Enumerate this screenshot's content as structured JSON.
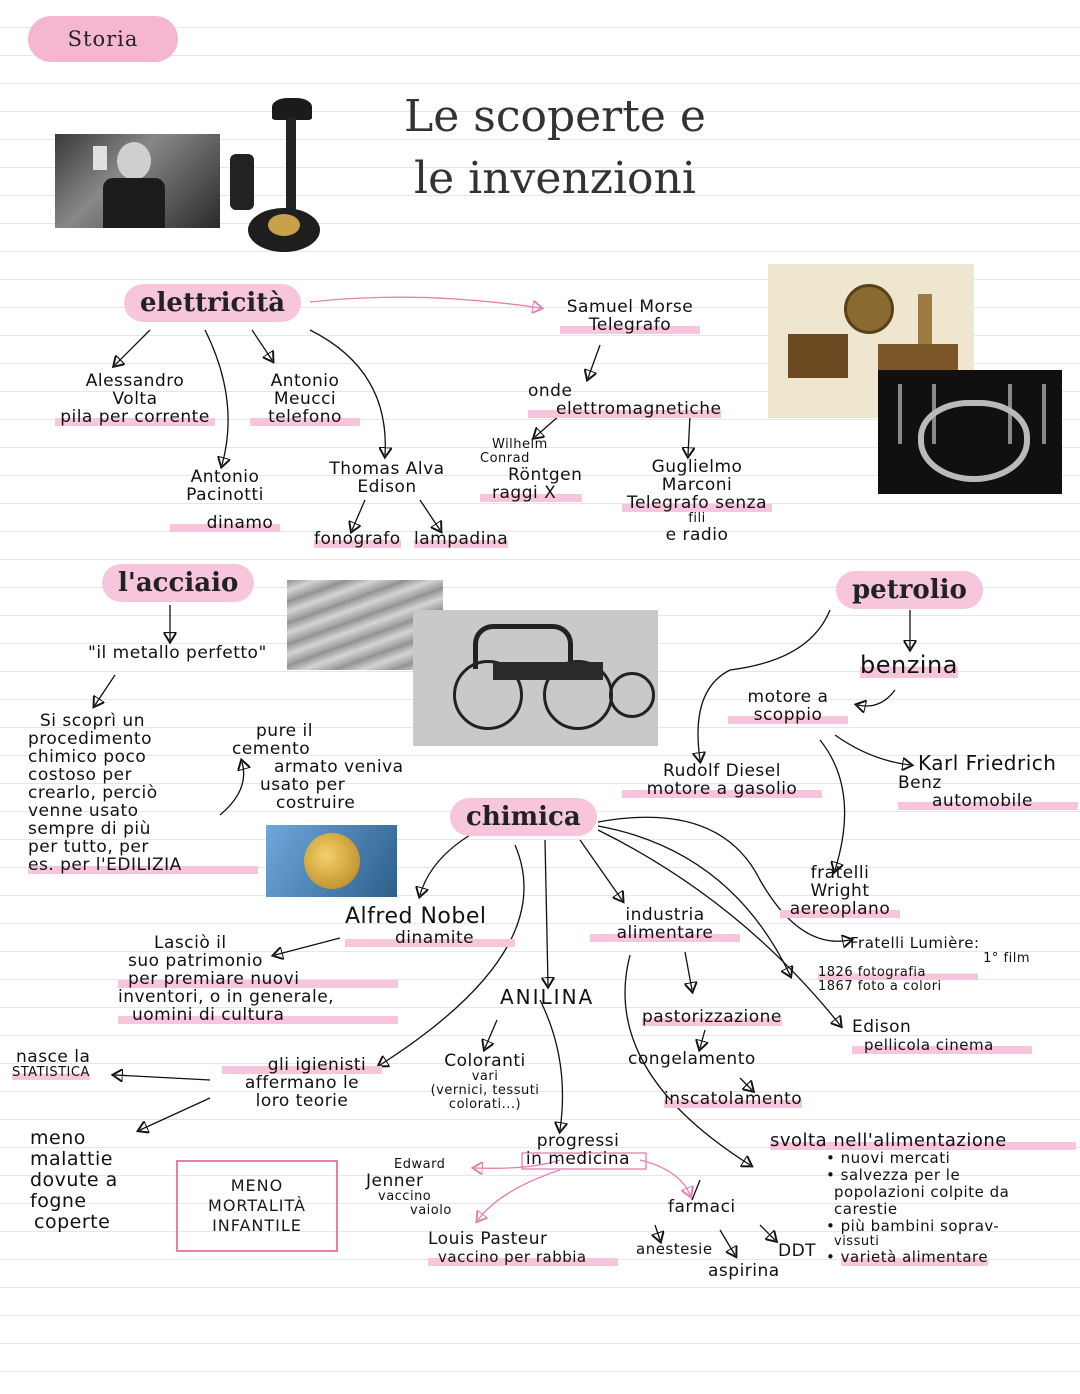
{
  "header": {
    "subject": "Storia",
    "title_line1": "Le scoperte e",
    "title_line2": "le invenzioni"
  },
  "colors": {
    "pink": "#f7c6dc",
    "pink_dark": "#e57fb0",
    "ink": "#111111"
  },
  "sections": {
    "elettricita": {
      "title": "elettricità",
      "volta": {
        "line1": "Alessandro",
        "line2": "Volta",
        "line3": "pila per corrente"
      },
      "meucci": {
        "line1": "Antonio",
        "line2": "Meucci",
        "line3": "telefono"
      },
      "pacinotti": {
        "line1": "Antonio",
        "line2": "Pacinotti",
        "line3": "dinamo"
      },
      "edison": {
        "line1": "Thomas Alva",
        "line2": "Edison",
        "item1": "fonografo",
        "item2": "lampadina"
      },
      "morse": {
        "line1": "Samuel Morse",
        "line2": "Telegrafo"
      },
      "onde": {
        "line1": "onde",
        "line2": "elettromagnetiche"
      },
      "rontgen": {
        "line1": "Wilhelm",
        "line2": "Conrad",
        "line3": "Röntgen",
        "line4": "raggi X"
      },
      "marconi": {
        "line1": "Guglielmo",
        "line2": "Marconi",
        "line3": "Telegrafo senza",
        "line4": "fili",
        "line5": "e radio"
      }
    },
    "acciaio": {
      "title": "l'acciaio",
      "quote": "\"il metallo perfetto\"",
      "desc": [
        "Si scoprì un",
        "procedimento",
        "chimico poco",
        "costoso per",
        "crearlo, perciò",
        "venne usato",
        "sempre di più",
        "per tutto, per",
        "es. per l'EDILIZIA"
      ],
      "cemento": [
        "pure il",
        "cemento",
        "armato veniva",
        "usato per",
        "costruire"
      ]
    },
    "petrolio": {
      "title": "petrolio",
      "benzina": "benzina",
      "motore": {
        "line1": "motore a",
        "line2": "scoppio"
      },
      "diesel": {
        "line1": "Rudolf Diesel",
        "line2": "motore a gasolio"
      },
      "benz": {
        "line1": "Karl Friedrich",
        "line2": "Benz",
        "line3": "automobile"
      },
      "wright": {
        "line1": "fratelli",
        "line2": "Wright",
        "line3": "aereoplano"
      }
    },
    "chimica": {
      "title": "chimica",
      "nobel": {
        "line1": "Alfred Nobel",
        "line2": "dinamite"
      },
      "patrimonio": [
        "Lasciò il",
        "suo patrimonio",
        "per premiare nuovi",
        "inventori, o in generale,",
        "uomini di cultura"
      ],
      "statistica": {
        "line1": "nasce la",
        "line2": "STATISTICA"
      },
      "igienisti": [
        "gli igienisti",
        "affermano le",
        "loro teorie"
      ],
      "malattie": [
        "meno",
        "malattie",
        "dovute a",
        "fogne",
        "coperte"
      ],
      "mortalita": [
        "MENO",
        "MORTALITÀ",
        "INFANTILE"
      ],
      "anilina": "ANILINA",
      "coloranti": [
        "Coloranti",
        "vari",
        "(vernici, tessuti",
        "colorati...)"
      ],
      "progressi": {
        "line1": "progressi",
        "line2": "in medicina"
      },
      "jenner": {
        "line1": "Edward",
        "line2": "Jenner",
        "line3": "vaccino",
        "line4": "vaiolo"
      },
      "pasteur": {
        "line1": "Louis Pasteur",
        "line2": "vaccino per rabbia"
      },
      "farmaci": {
        "title": "farmaci",
        "anestesie": "anestesie",
        "aspirina": "aspirina",
        "ddt": "DDT"
      },
      "industria": {
        "line1": "industria",
        "line2": "alimentare"
      },
      "processi": [
        "pastorizzazione",
        "congelamento",
        "inscatolamento"
      ],
      "svolta": {
        "title": "svolta nell'alimentazione",
        "bullets": [
          "nuovi mercati",
          "salvezza per le",
          "popolazioni colpite da",
          "carestie",
          "più bambini soprav-",
          "vissuti",
          "varietà alimentare"
        ]
      },
      "lumiere": {
        "line1": "Fratelli Lumière:",
        "line2": "1° film"
      },
      "foto": {
        "line1": "1826 fotografia",
        "line2": "1867 foto a colori"
      },
      "edison2": {
        "line1": "Edison",
        "line2": "pellicola cinema"
      }
    }
  },
  "images": [
    "edison-photo",
    "telephone-photo",
    "telegraph-photo",
    "xray-photo",
    "steel-bars-photo",
    "benz-car-photo",
    "nobel-medal-photo"
  ]
}
